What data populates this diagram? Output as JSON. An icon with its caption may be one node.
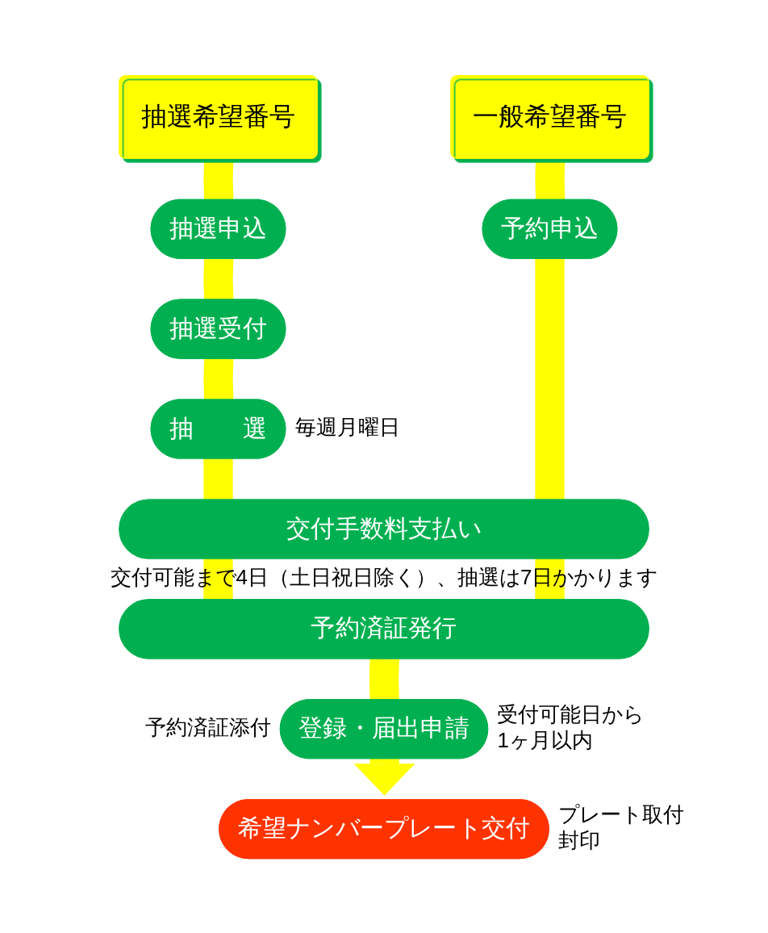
{
  "diagram": {
    "nodes": [
      {
        "text": [
          "抽選希望番号"
        ]
      },
      {
        "text": [
          "一般希望番号"
        ]
      },
      {
        "text": [
          "抽選申込"
        ]
      },
      {
        "text": [
          "予約申込"
        ]
      },
      {
        "text": [
          "抽選受付"
        ]
      },
      {
        "text": [
          "抽　　選"
        ],
        "beside": [
          "毎週月曜日"
        ]
      },
      {
        "text": [
          "交付手数料支払い"
        ]
      },
      {
        "text": [
          "予約済証発行"
        ]
      },
      {
        "text": [
          "登録・届出申請"
        ],
        "beside": [
          "予約済証添付",
          "受付可能日から1ヶ月以内"
        ]
      },
      {
        "text": [
          "希望ナンバープレート交付"
        ],
        "beside": [
          "プレート取付封印"
        ]
      }
    ],
    "edges": [
      {
        "from": 0,
        "to": 2,
        "arrow": "none"
      },
      {
        "from": 2,
        "to": 4,
        "arrow": "none"
      },
      {
        "from": 4,
        "to": 5,
        "arrow": "none"
      },
      {
        "from": 5,
        "to": 6,
        "arrow": "none"
      },
      {
        "from": 6,
        "to": 7,
        "arrow": "none"
      },
      {
        "from": 1,
        "to": 3,
        "arrow": "none"
      },
      {
        "from": 3,
        "to": 6,
        "arrow": "none"
      },
      {
        "from": 6,
        "to": 7,
        "arrow": "none"
      },
      {
        "from": 7,
        "to": 8,
        "arrow": "none"
      },
      {
        "from": 8,
        "to": 9,
        "arrow": "to"
      }
    ],
    "labels": [
      "交付可能まで4日（土日祝日除く）、抽選は7日かかります"
    ]
  }
}
